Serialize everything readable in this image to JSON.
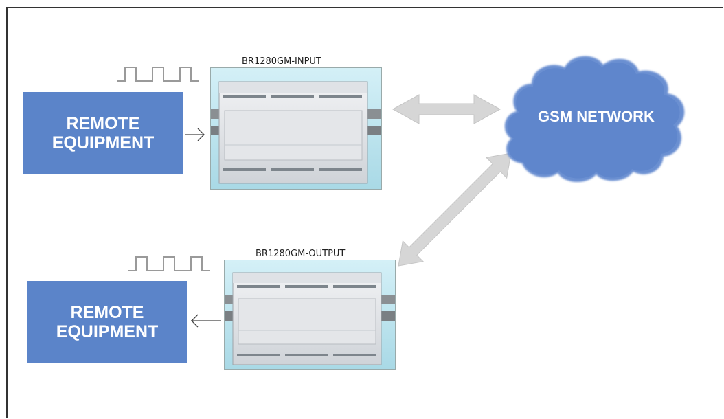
{
  "devices": {
    "input": {
      "label": "BR1280GM-INPUT"
    },
    "output": {
      "label": "BR1280GM-OUTPUT"
    }
  },
  "remote_equipment": {
    "top": {
      "line1": "REMOTE",
      "line2": "EQUIPMENT"
    },
    "bottom": {
      "line1": "REMOTE",
      "line2": "EQUIPMENT"
    }
  },
  "network": {
    "label": "GSM NETWORK"
  },
  "colors": {
    "equipment_fill": "#5b84c9",
    "cloud_fill": "#5f86cc",
    "arrow_fill": "#d8d8d8",
    "device_bg": "#bfe6ef",
    "device_body": "#e7e9ec"
  }
}
